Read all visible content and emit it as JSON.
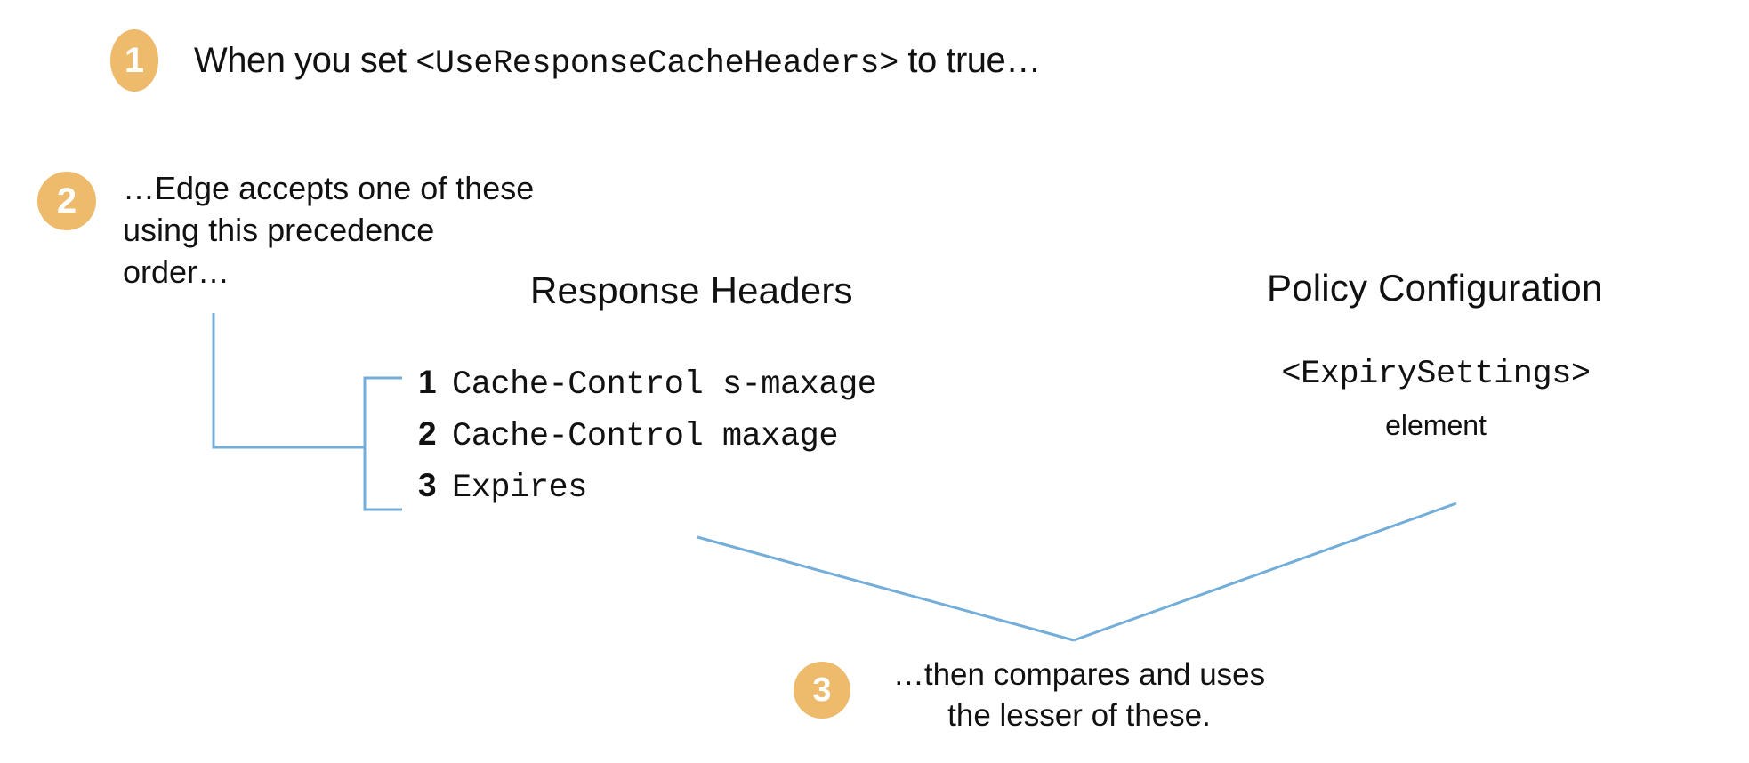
{
  "page": {
    "background_color": "#ffffff",
    "accent_color": "#eeba6b",
    "connector_color": "#73add9",
    "text_color": "#111111"
  },
  "steps": [
    {
      "number": "1",
      "badge_shape": "ellipse",
      "text_prefix": "When you set ",
      "text_mono": "<UseResponseCacheHeaders>",
      "text_suffix": " to true…"
    },
    {
      "number": "2",
      "badge_shape": "circle",
      "text": "…Edge accepts one of these\nusing this precedence\norder…"
    },
    {
      "number": "3",
      "badge_shape": "circle",
      "text": "…then compares and uses\nthe lesser of these."
    }
  ],
  "columns": {
    "left": {
      "title": "Response Headers",
      "items": [
        {
          "index": "1",
          "label": "Cache-Control s-maxage"
        },
        {
          "index": "2",
          "label": "Cache-Control maxage"
        },
        {
          "index": "3",
          "label": "Expires"
        }
      ]
    },
    "right": {
      "title": "Policy Configuration",
      "element_mono": "<ExpirySettings>",
      "element_word": "element"
    }
  }
}
